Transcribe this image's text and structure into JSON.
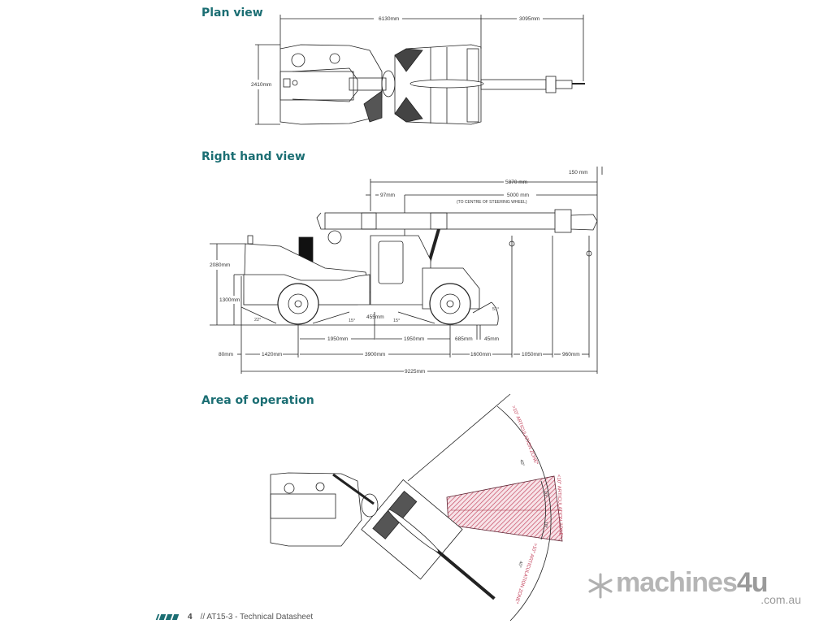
{
  "sections": {
    "plan_view": {
      "title": "Plan view",
      "dims": {
        "overall_length": "6130mm",
        "boom_extension": "3095mm",
        "width": "2410mm"
      }
    },
    "right_hand_view": {
      "title": "Right hand view",
      "dims": {
        "d150": "150 mm",
        "d5870": "5870 mm",
        "d97": "97mm",
        "d5000": "5000 mm",
        "d5000_note": "(TO CENTRE OF STEERING WHEEL)",
        "h2080": "2080mm",
        "h1300": "1300mm",
        "clear455": "455mm",
        "wb_front": "1950mm",
        "wb_rear": "1950mm",
        "d685": "685mm",
        "d45": "45mm",
        "d80": "80mm",
        "d1420": "1420mm",
        "d3900": "3900mm",
        "d1600": "1600mm",
        "d1050": "1050mm",
        "d960": "960mm",
        "overall": "9225mm"
      },
      "angles": {
        "approach": "22°",
        "ramp_left": "15°",
        "ramp_right": "15°",
        "departure": "51°"
      }
    },
    "area_of_operation": {
      "title": "Area of operation",
      "zones": {
        "upper": ">10° ARTICULATION ZONE*",
        "middle": "<10° ARTICULATION ZONE*",
        "lower": ">10° ARTICULATION ZONE*"
      },
      "angles": {
        "upper": "40°",
        "mid_upper": "10°",
        "mid_lower": "10°",
        "lower": "40°"
      }
    }
  },
  "footer": {
    "page_number": "4",
    "doc_title": "// AT15-3 - Technical Datasheet"
  },
  "watermark": {
    "brand": "machines",
    "brand_num": "4u",
    "domain": ".com.au"
  },
  "colors": {
    "heading": "#1b6e73",
    "zone": "#c2405a",
    "line": "#222222"
  }
}
